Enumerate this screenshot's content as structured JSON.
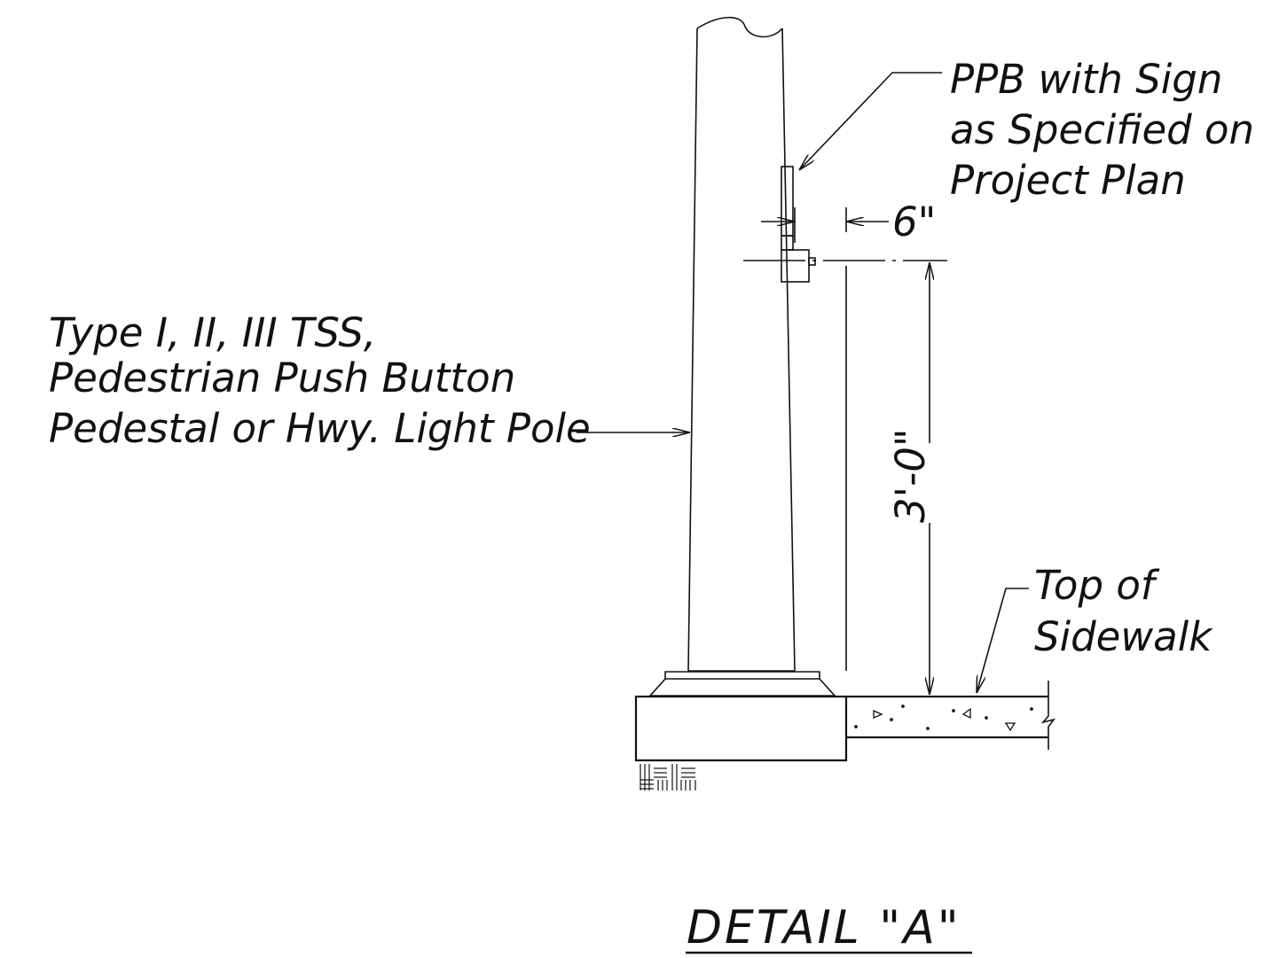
{
  "detail": {
    "title": "DETAIL \"A\"",
    "callout_ppb": [
      "PPB with Sign",
      "as Specified on",
      "Project Plan"
    ],
    "callout_pole": [
      "Type I, II, III TSS,",
      "Pedestrian Push Button",
      "Pedestal or Hwy. Light Pole"
    ],
    "callout_sidewalk": [
      "Top of",
      "Sidewalk"
    ],
    "dim_offset": "6\"",
    "dim_height": "3'-0\""
  },
  "colors": {
    "ink": "#111111",
    "background": "#ffffff"
  }
}
